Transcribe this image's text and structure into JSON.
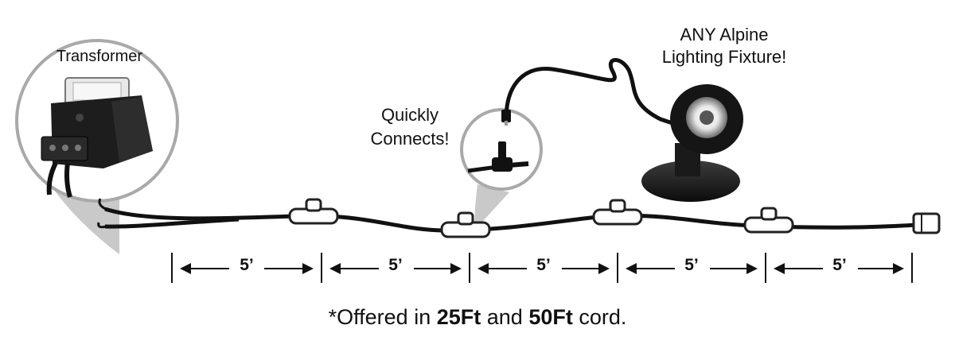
{
  "labels": {
    "transformer": "Transformer",
    "quick_line1": "Quickly",
    "quick_line2": "Connects!",
    "fixture_line1": "ANY Alpine",
    "fixture_line2": "Lighting Fixture!"
  },
  "segments": [
    "5’",
    "5’",
    "5’",
    "5’",
    "5’"
  ],
  "caption": {
    "prefix": "*Offered in ",
    "option1": "25Ft",
    "middle": " and ",
    "option2": "50Ft",
    "suffix": " cord."
  },
  "colors": {
    "cord": "#111111",
    "callout": "#c9c9c9",
    "callout_border": "#a9a9a9",
    "connector_outline": "#222222",
    "connector_fill": "#ffffff"
  }
}
